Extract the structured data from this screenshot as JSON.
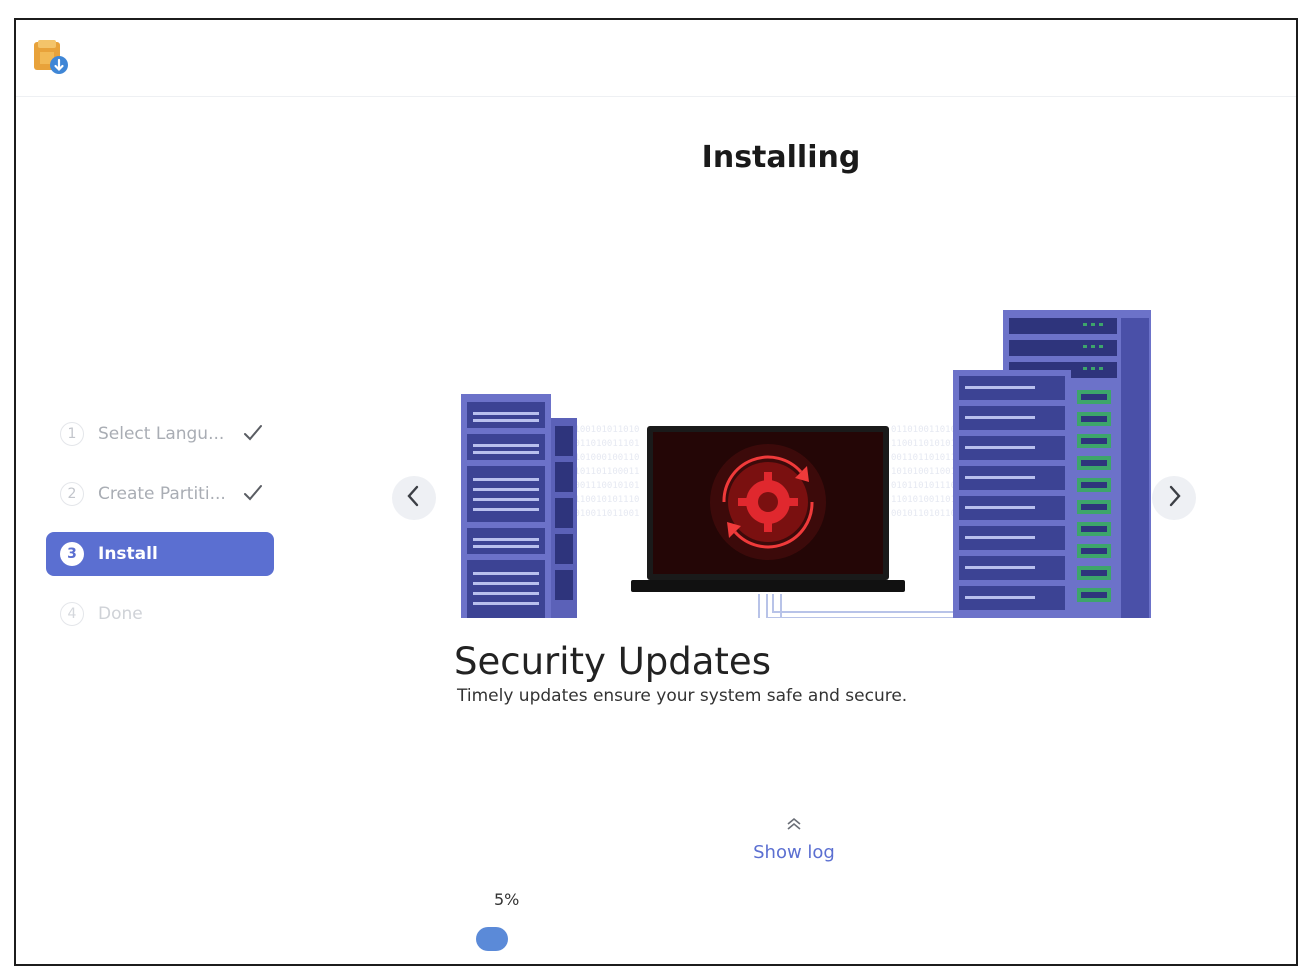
{
  "page": {
    "title": "Installing"
  },
  "steps": [
    {
      "number": "1",
      "label": "Select Langu...",
      "state": "done"
    },
    {
      "number": "2",
      "label": "Create Partiti...",
      "state": "done"
    },
    {
      "number": "3",
      "label": "Install",
      "state": "active"
    },
    {
      "number": "4",
      "label": "Done",
      "state": "pending"
    }
  ],
  "slide": {
    "title": "Security Updates",
    "description": "Timely updates ensure your system safe and secure."
  },
  "log": {
    "toggle_label": "Show log"
  },
  "progress": {
    "label": "5%",
    "fraction": 0.05
  },
  "colors": {
    "accent": "#5b6fd1",
    "progress": "#5b8ad8",
    "server": "#6c72c9",
    "screen_glow": "#e0282e"
  },
  "icons": {
    "app": "installer-icon",
    "prev": "chevron-left-icon",
    "next": "chevron-right-icon",
    "log": "chevron-double-up-icon",
    "done": "checkmark-icon"
  }
}
